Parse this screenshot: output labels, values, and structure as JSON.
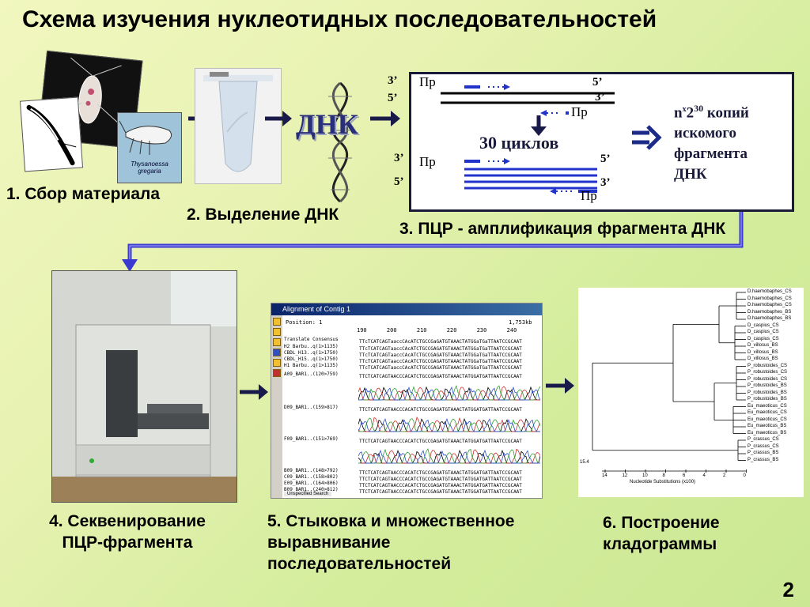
{
  "title": "Схема изучения нуклеотидных последовательностей",
  "steps": {
    "s1": "1. Сбор материала",
    "s2": "2. Выделение ДНК",
    "s3": "3. ПЦР - амплификация фрагмента ДНК",
    "s4_line1": "4. Секвенирование",
    "s4_line2": "ПЦР-фрагмента",
    "s5_line1": "5. Стыковка и множественное",
    "s5_line2": "выравнивание",
    "s5_line3": "последовательностей",
    "s6_line1": "6. Построение",
    "s6_line2": "кладограммы"
  },
  "dna_label": "ДНК",
  "shrimp_caption": "Thysanoessa gregaria",
  "pcr": {
    "three_prime": "3’",
    "five_prime": "5’",
    "primer": "Пр",
    "cycles": "30 циклов",
    "result_n": "n",
    "result_x": "x",
    "result_base": "2",
    "result_exp": "30",
    "result_line1": " копий",
    "result_line2": "искомого",
    "result_line3": "фрагмента",
    "result_line4": "ДНК"
  },
  "alignment": {
    "window_title": "Alignment of Contig 1",
    "position": "Position: 1",
    "length": "1,753kb",
    "ruler": "190      200      210      220      230      240",
    "translate": "Translate",
    "consensus_label": "Consensus",
    "consensus": "TTcTCATCAGTaaccCAcATCTGCCGaGATGTAAACTATGGaTGaTTAATCCGCAAT",
    "rows": [
      {
        "name": "H2 Barbu..q(1>1135)",
        "seq": "TTcTCATCAGTaaccCAcATCTGCCGAGATGTAAACTATGGaTGaTTAATCCGCAAT"
      },
      {
        "name": "CBDL_H13..q(1>1750)",
        "seq": "TTcTCATCAGTaaccCAcATCTGCCGAGATGTAAACTATGGaTGaTTAATCCGCAAT"
      },
      {
        "name": "CBDL_H15..q(1>1750)",
        "seq": "TTcTCATCAGTaaccCAcATCTGCCGAGATGTAAACTATGGaTGaTTAATCCGCAAT"
      },
      {
        "name": "H1 Barbu..q(1>1135)",
        "seq": "TTcTCATCAGTaaccCAcATCTGCCGAGATGTAAACTATGGaTGaTTAATCCGCAAT"
      },
      {
        "name": "A09_BAR1..(120>759)",
        "seq": "TTCTCATCAGTAACCCACATCTGCCGAGATGTAAACTATGGATGATTAATCCGCAAT"
      },
      {
        "name": "D09_BAR1..(159>817)",
        "seq": "TTCTCATCAGTAACCCACATCTGCCGAGATGTAAACTATGGATGATTAATCCGCAAT"
      },
      {
        "name": "F09_BAR1..(151>769)",
        "seq": "TTCTCATCAGTAACCCACATCTGCCGAGATGTAAACTATGGATGATTAATCCGCAAT"
      },
      {
        "name": "B09_BAR1..(148>792)",
        "seq": "TTCTCATCAGTAACCCACATCTGCCGAGATGTAAACTATGGATGATTAATCCGCAAT"
      },
      {
        "name": "C09_BAR1..(158>802)",
        "seq": "TTCTCATCAGTAACCCACATCTGCCGAGATGTAAACTATGGATGATTAATCCGCAAT"
      },
      {
        "name": "E09_BAR1..(164>806)",
        "seq": "TTCTCATCAGTAACCCACATCTGCCGAGATGTAAACTATGGATGATTAATCCGCAAT"
      },
      {
        "name": "B09_BAR1..(240>812)",
        "seq": "TTCTCATCAGTAACCCACATCTGCCGAGATGTAAACTATGGATGATTAATCCGCAAT"
      }
    ],
    "status": "Unspecified Search"
  },
  "cladogram": {
    "taxa": [
      "D.haemobaphes_CS",
      "D.haemobaphes_CS",
      "D.haemobaphes_CS",
      "D.haemobaphes_BS",
      "D.haemobaphes_BS",
      "D_caspius_CS",
      "D_caspius_CS",
      "D_caspius_CS",
      "D_villosus_BS",
      "D_villosus_BS",
      "D_villosus_BS",
      "P_robustoides_CS",
      "P_robustoides_CS",
      "P_robustoides_CS",
      "P_robustoides_BS",
      "P_robustoides_BS",
      "P_robustoides_BS",
      "Eu_maeoticus_CS",
      "Eu_maeoticus_CS",
      "Eu_maeoticus_CS",
      "Eu_maeoticus_BS",
      "Eu_maeoticus_BS",
      "P_crassus_CS",
      "P_crassus_CS",
      "P_crassus_BS",
      "P_crassus_BS"
    ],
    "scale_value": "15.4",
    "axis_ticks": [
      "14",
      "12",
      "10",
      "8",
      "6",
      "4",
      "2",
      "0"
    ],
    "axis_title": "Nucleotide Substitutions (x100)"
  },
  "page_number": "2",
  "colors": {
    "arrow": "#1a1a4a",
    "primer_blue": "#2233cc",
    "result_arrow": "#1c2a88",
    "frame": "#3a3ad0"
  }
}
